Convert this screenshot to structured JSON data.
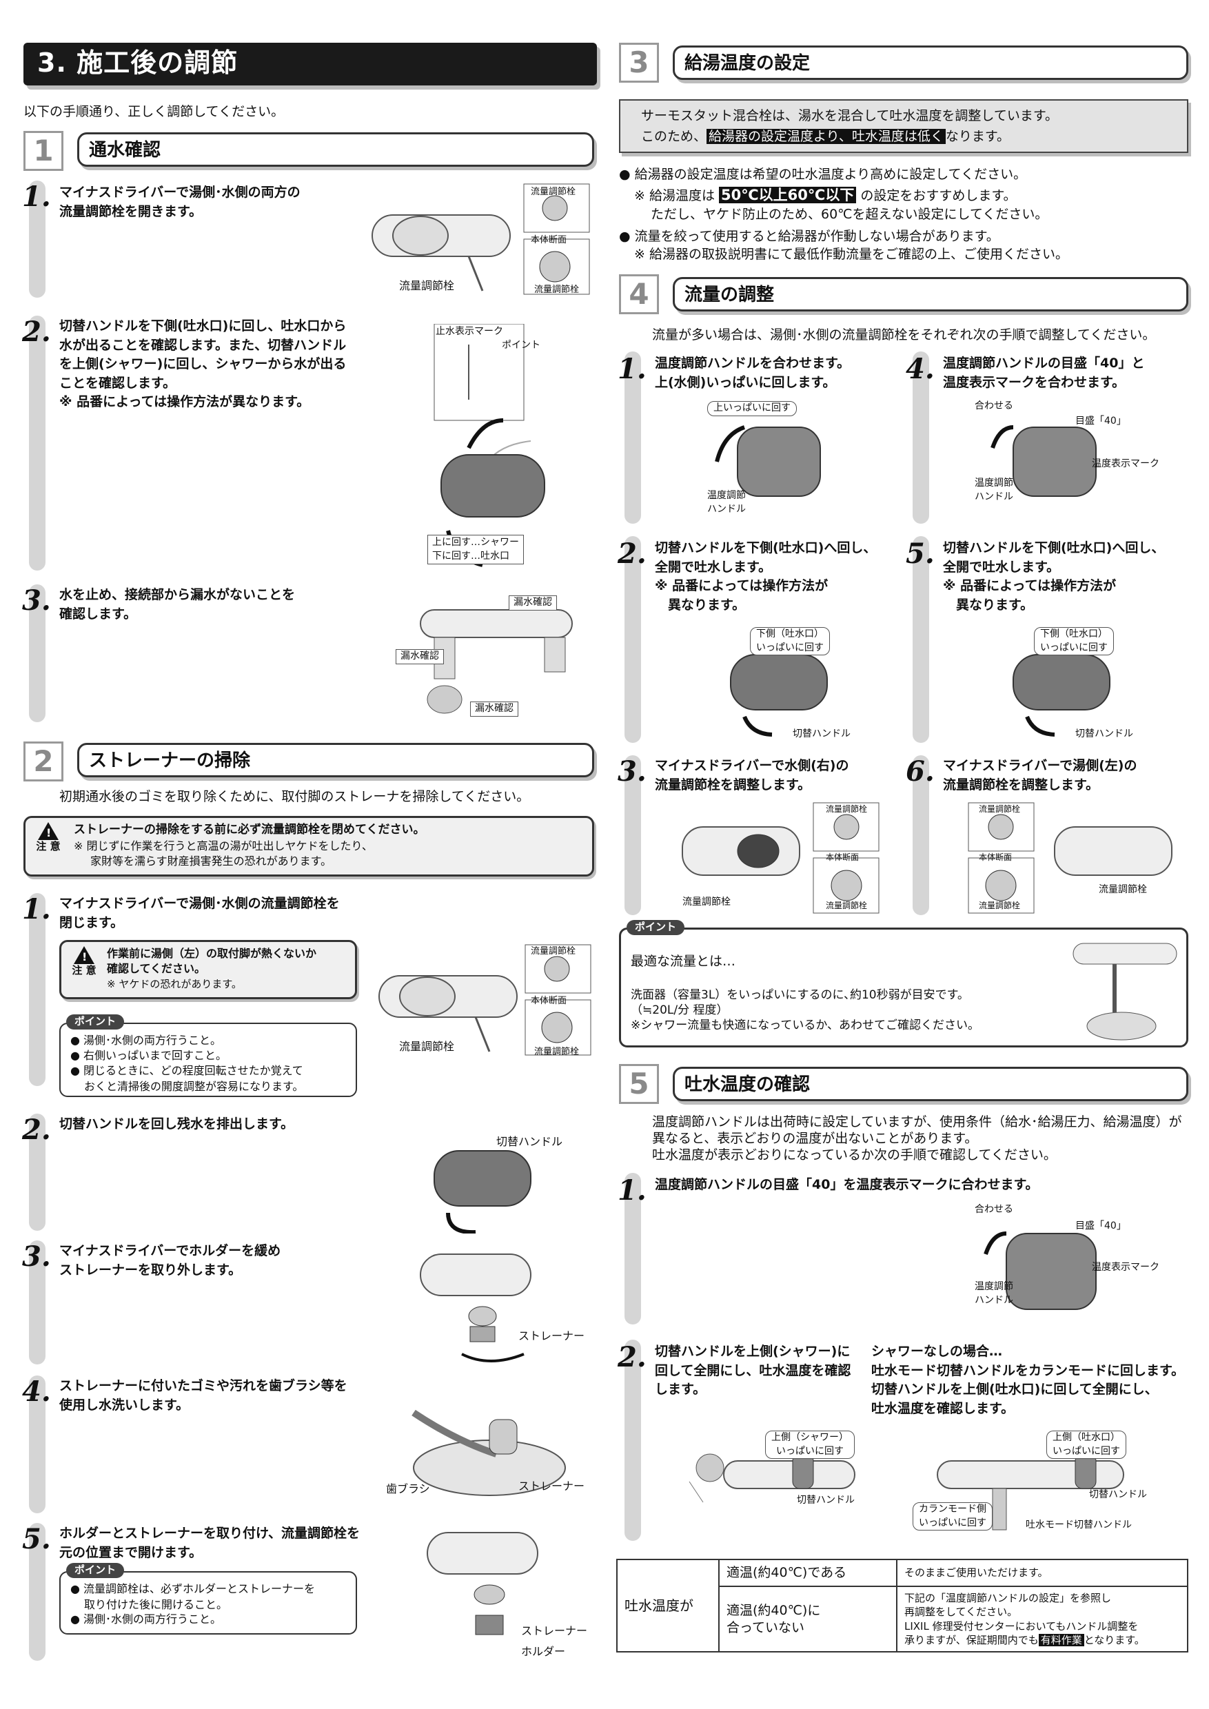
{
  "page_title": "3. 施工後の調節",
  "intro": "以下の手順通り、正しく調節してください。",
  "sections": {
    "s1": {
      "num": "1",
      "title": "通水確認"
    },
    "s2": {
      "num": "2",
      "title": "ストレーナーの掃除"
    },
    "s3": {
      "num": "3",
      "title": "給湯温度の設定"
    },
    "s4": {
      "num": "4",
      "title": "流量の調整"
    },
    "s5": {
      "num": "5",
      "title": "吐水温度の確認"
    }
  },
  "s1_steps": [
    {
      "num": "1.",
      "text": "マイナスドライバーで湯側･水側の両方の\n流量調節栓を開きます。",
      "labels": [
        "流量調節栓",
        "流量調節栓",
        "本体断面",
        "流量調節栓"
      ]
    },
    {
      "num": "2.",
      "text": "切替ハンドルを下側(吐水口)に回し、吐水口から\n水が出ることを確認します。また、切替ハンドル\nを上側(シャワー)に回し、シャワーから水が出る\nことを確認します。\n※ 品番によっては操作方法が異なります。",
      "labels": [
        "止水表示マーク",
        "ポイント",
        "上に回す…シャワー",
        "下に回す…吐水口"
      ]
    },
    {
      "num": "3.",
      "text": "水を止め、接続部から漏水がないことを\n確認します。",
      "labels": [
        "漏水確認",
        "漏水確認",
        "漏水確認"
      ]
    }
  ],
  "s2_intro": "初期通水後のゴミを取り除くために、取付脚のストレーナを掃除してください。",
  "s2_caution": {
    "badge": "注 意",
    "line1": "ストレーナーの掃除をする前に必ず流量調節栓を閉めてください。",
    "line2": "※ 閉じずに作業を行うと高温の湯が吐出しヤケドをしたり、",
    "line3": "家財等を濡らす財産損害発生の恐れがあります。"
  },
  "s2_steps": [
    {
      "num": "1.",
      "text": "マイナスドライバーで湯側･水側の流量調節栓を\n閉じます。",
      "caution_line1": "作業前に湯側（左）の取付脚が熱くないか",
      "caution_line2": "確認してください。",
      "caution_line3": "※ ヤケドの恐れがあります。",
      "point_items": [
        "湯側･水側の両方行うこと。",
        "右側いっぱいまで回すこと。",
        "閉じるときに、どの程度回転させたか覚えて\nおくと清掃後の開度調整が容易になります。"
      ],
      "labels": [
        "流量調節栓",
        "流量調節栓",
        "本体断面",
        "流量調節栓"
      ]
    },
    {
      "num": "2.",
      "text": "切替ハンドルを回し残水を排出します。",
      "labels": [
        "切替ハンドル"
      ]
    },
    {
      "num": "3.",
      "text": "マイナスドライバーでホルダーを緩め\nストレーナーを取り外します。",
      "labels": [
        "ストレーナー"
      ]
    },
    {
      "num": "4.",
      "text": "ストレーナーに付いたゴミや汚れを歯ブラシ等を\n使用し水洗いします。",
      "labels": [
        "歯ブラシ",
        "ストレーナー"
      ]
    },
    {
      "num": "5.",
      "text": "ホルダーとストレーナーを取り付け、流量調節栓を\n元の位置まで開けます。",
      "point_items": [
        "流量調節栓は、必ずホルダーとストレーナーを\n取り付けた後に開けること。",
        "湯側･水側の両方行うこと。"
      ],
      "labels": [
        "ストレーナー",
        "ホルダー"
      ]
    }
  ],
  "point_tag": "ポイント",
  "s3": {
    "box_line1": "サーモスタット混合栓は、湯水を混合して吐水温度を調整しています。",
    "box_line2_pre": "このため、",
    "box_line2_hl": "給湯器の設定温度より、吐水温度は低く",
    "box_line2_post": "なります。",
    "b1": "給湯器の設定温度は希望の吐水温度より高めに設定してください。",
    "b1_note_pre": "※ 給湯温度は",
    "b1_note_hl": "50℃以上60℃以下",
    "b1_note_post": "の設定をおすすめします。",
    "b1_note2": "ただし、ヤケド防止のため、60℃を超えない設定にしてください。",
    "b2": "流量を絞って使用すると給湯器が作動しない場合があります。",
    "b2_note": "※ 給湯器の取扱説明書にて最低作動流量をご確認の上、ご使用ください。"
  },
  "s4": {
    "intro": "流量が多い場合は、湯側･水側の流量調節栓をそれぞれ次の手順で調整してください。",
    "steps": [
      {
        "num": "1.",
        "text": "温度調節ハンドルを合わせます。\n上(水側)いっぱいに回します。",
        "labels": [
          "上いっぱいに回す",
          "温度調節\nハンドル"
        ]
      },
      {
        "num": "2.",
        "text": "切替ハンドルを下側(吐水口)へ回し、\n全開で吐水します。\n※ 品番によっては操作方法が\n　異なります。",
        "labels": [
          "下側（吐水口）\nいっぱいに回す",
          "切替ハンドル"
        ]
      },
      {
        "num": "3.",
        "text": "マイナスドライバーで水側(右)の\n流量調節栓を調整します。",
        "labels": [
          "流量調節栓",
          "流量調節栓",
          "本体断面",
          "流量調節栓"
        ]
      },
      {
        "num": "4.",
        "text": "温度調節ハンドルの目盛「40」と\n温度表示マークを合わせます。",
        "labels": [
          "合わせる",
          "目盛「40」",
          "温度表示マーク",
          "温度調節\nハンドル"
        ]
      },
      {
        "num": "5.",
        "text": "切替ハンドルを下側(吐水口)へ回し、\n全開で吐水します。\n※ 品番によっては操作方法が\n　異なります。",
        "labels": [
          "下側（吐水口）\nいっぱいに回す",
          "切替ハンドル"
        ]
      },
      {
        "num": "6.",
        "text": "マイナスドライバーで湯側(左)の\n流量調節栓を調整します。",
        "labels": [
          "流量調節栓",
          "本体断面",
          "流量調節栓",
          "流量調節栓"
        ]
      }
    ],
    "point_title": "最適な流量とは…",
    "point_line1": "洗面器（容量3L）をいっぱいにするのに､約10秒弱が目安です。",
    "point_line2": "（≒20L/分 程度）",
    "point_line3": "※シャワー流量も快適になっているか、あわせてご確認ください。"
  },
  "s5": {
    "intro1": "温度調節ハンドルは出荷時に設定していますが、使用条件（給水･給湯圧力、給湯温度）が",
    "intro2": "異なると、表示どおりの温度が出ないことがあります。",
    "intro3": "吐水温度が表示どおりになっているか次の手順で確認してください。",
    "step1": {
      "num": "1.",
      "text": "温度調節ハンドルの目盛「40」を温度表示マークに合わせます。",
      "labels": [
        "合わせる",
        "目盛「40」",
        "温度表示マーク",
        "温度調節\nハンドル"
      ]
    },
    "step2": {
      "num": "2.",
      "text": "切替ハンドルを上側(シャワー)に\n回して全開にし、吐水温度を確認\nします。",
      "alt": "シャワーなしの場合…\n吐水モード切替ハンドルをカランモードに回します。\n切替ハンドルを上側(吐水口)に回して全開にし、\n吐水温度を確認します。",
      "labels_a": [
        "上側（シャワー）\nいっぱいに回す",
        "切替ハンドル"
      ],
      "labels_b": [
        "上側（吐水口）\nいっぱいに回す",
        "切替ハンドル",
        "カランモード側\nいっぱいに回す",
        "吐水モード切替ハンドル"
      ]
    },
    "table": {
      "head": "吐水温度が",
      "r1c1": "適温(約40℃)である",
      "r1c2": "そのままご使用いただけます。",
      "r2c1": "適温(約40℃)に\n合っていない",
      "r2c2_l1": "下記の「温度調節ハンドルの設定」を参照し",
      "r2c2_l2": "再調整をしてください。",
      "r2c2_l3": "LIXIL 修理受付センターにおいてもハンドル調整を",
      "r2c2_l4_pre": "承りますが、保証期間内でも",
      "r2c2_l4_hl": "有料作業",
      "r2c2_l4_post": "となります。"
    }
  }
}
